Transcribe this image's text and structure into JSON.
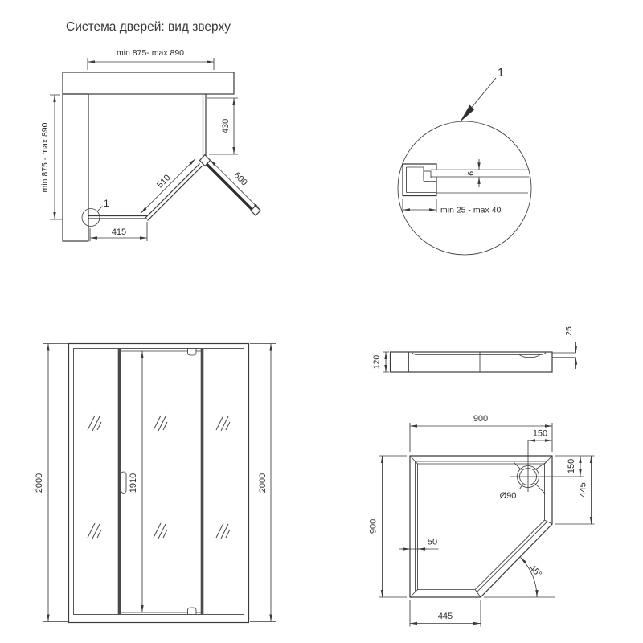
{
  "title": "Система дверей: вид зверху",
  "colors": {
    "ink": "#3b3b3b",
    "text": "#2c2c2c",
    "background": "#ffffff"
  },
  "top_view": {
    "width_dim": "min 875- max 890",
    "height_dim": "min 875 - max 890",
    "fixed_panel_depth": "430",
    "side_panel": "510",
    "door_width": "600",
    "bottom_panel": "415",
    "detail_callout": "1"
  },
  "detail_view": {
    "callout": "1",
    "glass_thickness": "6",
    "adjustment_range": "min 25 - max 40"
  },
  "front_view": {
    "height_left": "2000",
    "door_height": "1910",
    "height_right": "2000"
  },
  "tray_side_view": {
    "height": "120",
    "rim_height": "25"
  },
  "tray_top_view": {
    "width": "900",
    "depth": "900",
    "drain_offset_top": "150",
    "drain_offset_side": "150",
    "side_segment": "445",
    "bottom_segment": "445",
    "rim_width": "50",
    "drain_diameter": "Ø90",
    "corner_angle": "45°"
  }
}
